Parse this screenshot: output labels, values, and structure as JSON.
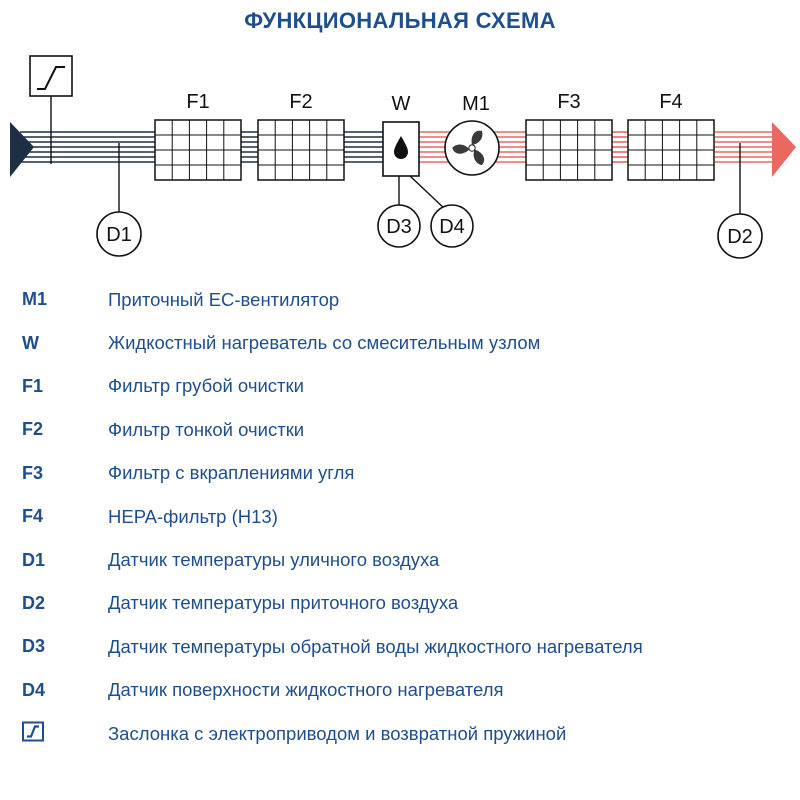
{
  "title": "ФУНКЦИОНАЛЬНАЯ СХЕМА",
  "diagram": {
    "labels": {
      "F1": "F1",
      "F2": "F2",
      "W": "W",
      "M1": "M1",
      "F3": "F3",
      "F4": "F4",
      "D1": "D1",
      "D2": "D2",
      "D3": "D3",
      "D4": "D4"
    },
    "colors": {
      "inflow": "#1d2f45",
      "outflow": "#e9685f",
      "accent": "#1f4e8c"
    }
  },
  "legend": [
    {
      "code": "M1",
      "desc": "Приточный ЕС-вентилятор"
    },
    {
      "code": "W",
      "desc": "Жидкостный нагреватель со смесительным узлом"
    },
    {
      "code": "F1",
      "desc": "Фильтр грубой очистки"
    },
    {
      "code": "F2",
      "desc": "Фильтр тонкой очистки"
    },
    {
      "code": "F3",
      "desc": "Фильтр с вкраплениями угля"
    },
    {
      "code": "F4",
      "desc": "HEPA-фильтр (H13)"
    },
    {
      "code": "D1",
      "desc": "Датчик температуры уличного воздуха"
    },
    {
      "code": "D2",
      "desc": "Датчик температуры приточного воздуха"
    },
    {
      "code": "D3",
      "desc": "Датчик температуры обратной воды жидкостного нагревателя"
    },
    {
      "code": "D4",
      "desc": "Датчик поверхности жидкостного нагревателя"
    },
    {
      "code": "",
      "icon": "damper-actuator-icon",
      "desc": "Заслонка с электроприводом и возвратной пружиной"
    }
  ]
}
